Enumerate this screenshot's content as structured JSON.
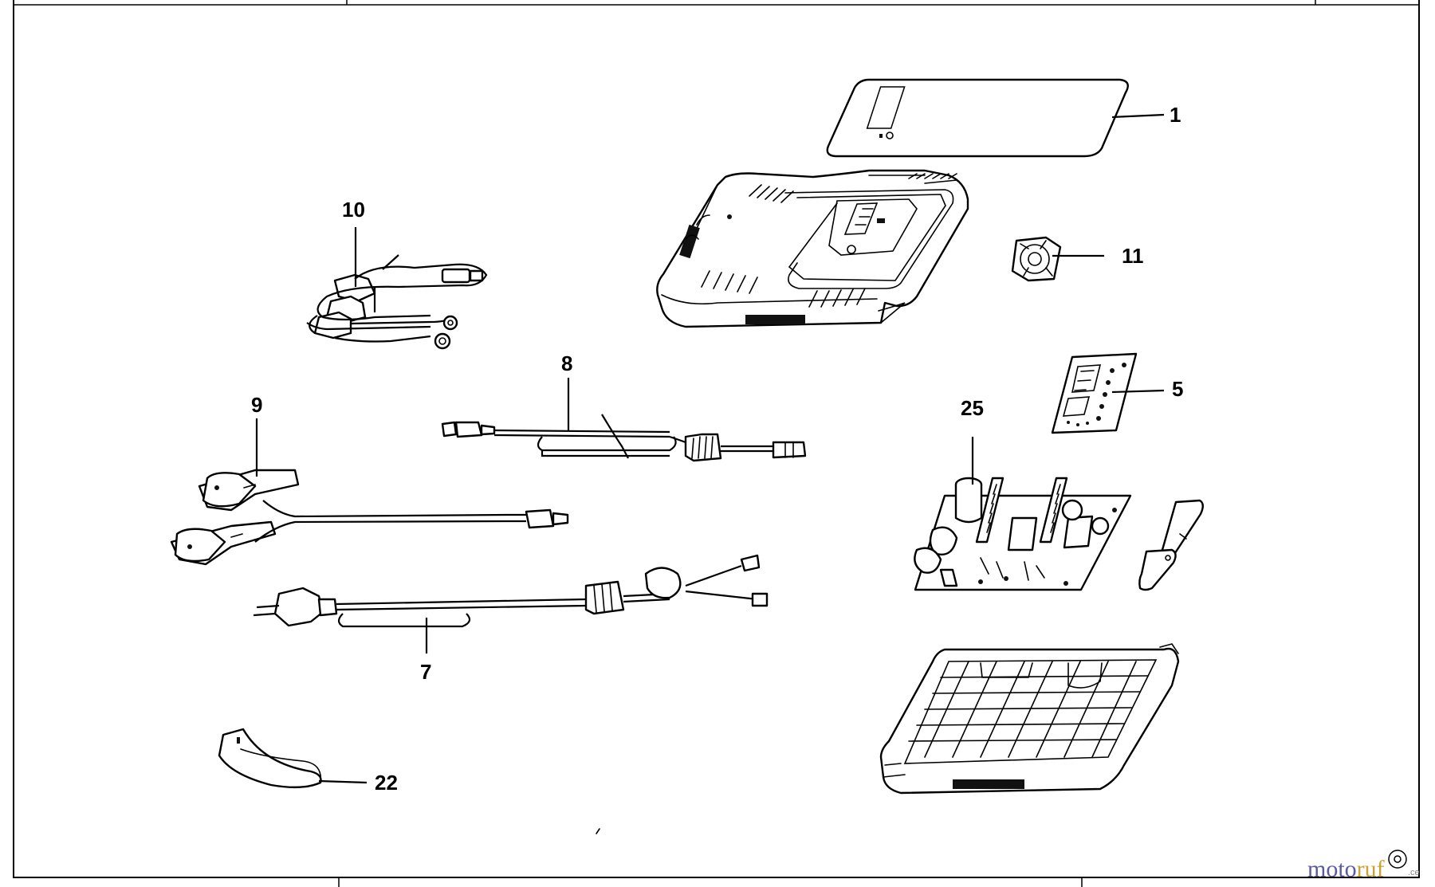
{
  "callouts": {
    "c1": "1",
    "c5": "5",
    "c7": "7",
    "c8": "8",
    "c9": "9",
    "c10": "10",
    "c11": "11",
    "c22": "22",
    "c25": "25"
  },
  "watermark": {
    "prefix": "moto",
    "highlight": "r",
    "suffix": "uf",
    "tld": ".ce",
    "prefix_color": "#5a5aa0",
    "highlight_color": "#c9a23a"
  }
}
